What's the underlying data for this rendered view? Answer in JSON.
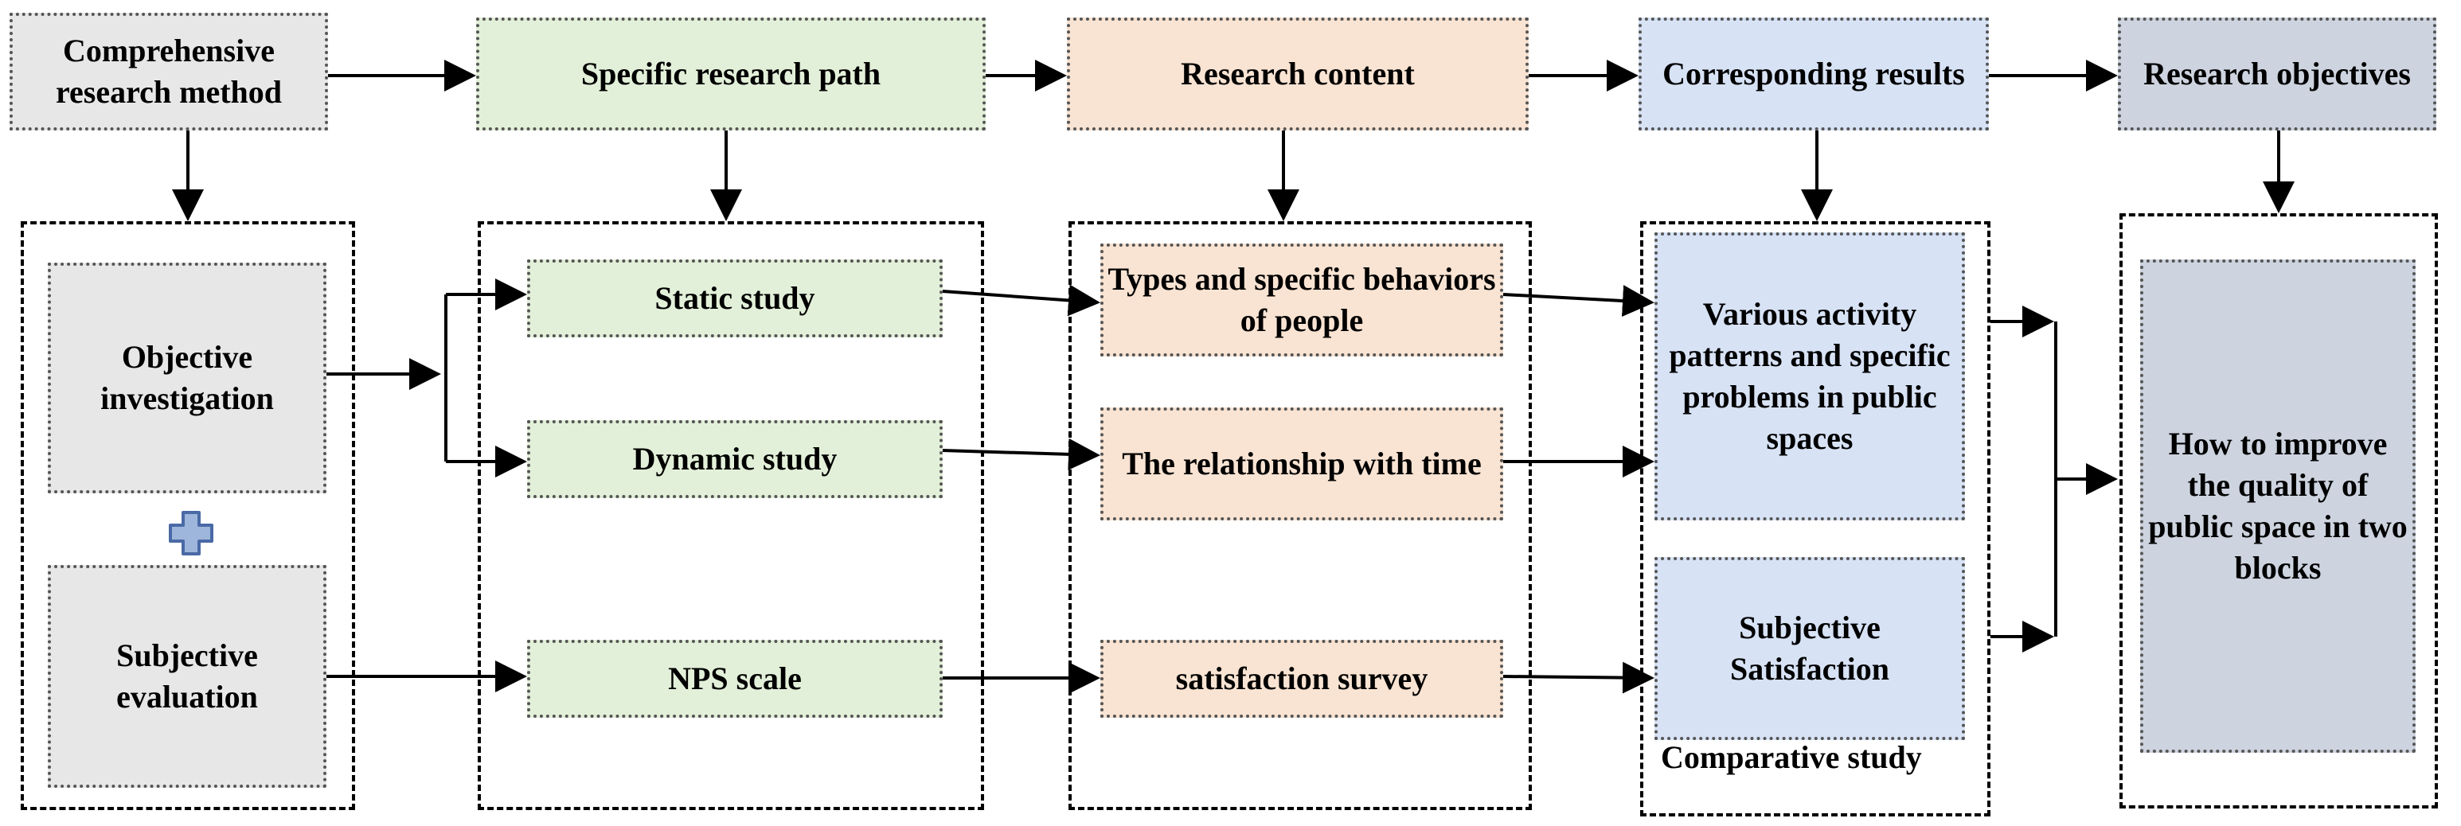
{
  "headers": {
    "method": "Comprehensive research method",
    "path": "Specific research path",
    "content": "Research content",
    "results": "Corresponding results",
    "objectives": "Research objectives"
  },
  "methods": {
    "objective": "Objective investigation",
    "subjective": "Subjective evaluation"
  },
  "paths": {
    "static": "Static study",
    "dynamic": "Dynamic study",
    "nps": "NPS scale"
  },
  "contents": {
    "types": "Types and specific behaviors of people",
    "relationship": "The relationship with time",
    "survey": "satisfaction survey"
  },
  "results": {
    "patterns": "Various activity patterns and specific problems in public spaces",
    "satisfaction": "Subjective Satisfaction",
    "caption": "Comparative study"
  },
  "objective": {
    "main": "How to improve the quality of public space in two blocks"
  },
  "colors": {
    "gray": "#e7e7e7",
    "green": "#e3f0d9",
    "peach": "#f9e3d2",
    "blue": "#d7e2f5",
    "slate": "#cdd4df",
    "plus_fill": "#9fb6dc",
    "plus_stroke": "#4a6aa6"
  }
}
